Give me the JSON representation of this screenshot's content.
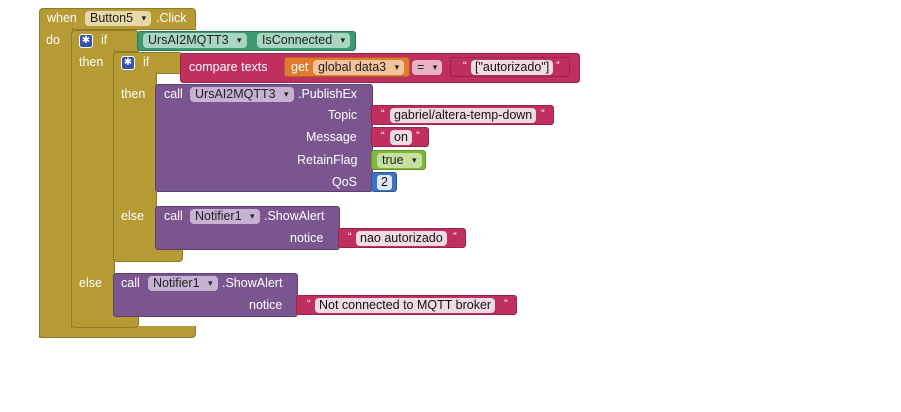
{
  "event": {
    "when": "when",
    "component": "Button5",
    "event_name": ".Click",
    "do": "do"
  },
  "if1": {
    "label": "if",
    "then": "then",
    "else": "else",
    "gear_icon": "mutator-gear-icon"
  },
  "isconnected": {
    "component": "UrsAI2MQTT3",
    "property": "IsConnected"
  },
  "if2": {
    "label": "if",
    "then": "then",
    "else": "else"
  },
  "compare": {
    "label": "compare texts",
    "get": "get",
    "variable": "global data3",
    "operator": "=",
    "text": "[\"autorizado\"]"
  },
  "publish": {
    "call": "call",
    "component": "UrsAI2MQTT3",
    "method": ".PublishEx",
    "topic_label": "Topic",
    "topic_value": "gabriel/altera-temp-down",
    "message_label": "Message",
    "message_value": "on",
    "retain_label": "RetainFlag",
    "retain_value": "true",
    "qos_label": "QoS",
    "qos_value": "2"
  },
  "alert1": {
    "call": "call",
    "component": "Notifier1",
    "method": ".ShowAlert",
    "notice_label": "notice",
    "notice_value": "nao autorizado"
  },
  "alert2": {
    "call": "call",
    "component": "Notifier1",
    "method": ".ShowAlert",
    "notice_label": "notice",
    "notice_value": "Not connected to MQTT  broker"
  },
  "glyphs": {
    "open_quote": "“",
    "close_quote": "”",
    "dropdown_arrow": "▾"
  }
}
